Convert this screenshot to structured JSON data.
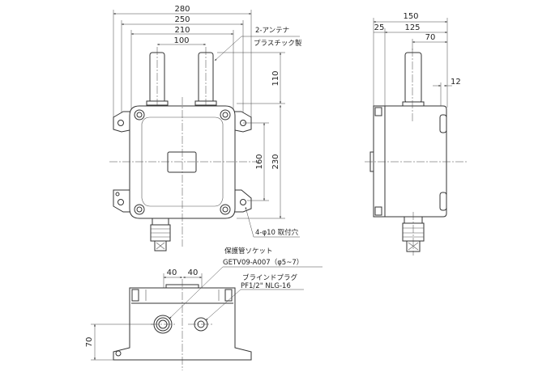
{
  "front_view": {
    "dims": {
      "d280": "280",
      "d250": "250",
      "d210": "210",
      "d100": "100",
      "d110": "110",
      "d230": "230",
      "d160": "160"
    },
    "antenna_label_1": "2-アンテナ",
    "antenna_label_2": "プラスチック製",
    "mount_hole_label": "4-φ10 取付穴"
  },
  "side_view": {
    "dims": {
      "d150": "150",
      "d25": "25",
      "d125": "125",
      "d70": "70",
      "d12": "12"
    }
  },
  "bottom_view": {
    "dims": {
      "d40a": "40",
      "d40b": "40",
      "d70": "70"
    },
    "socket_label_1": "保護管ソケット",
    "socket_label_2": "GETV09-A007（φ5~7）",
    "plug_label_1": "ブラインドプラグ",
    "plug_label_2": "PF1/2\" NLG-16"
  }
}
